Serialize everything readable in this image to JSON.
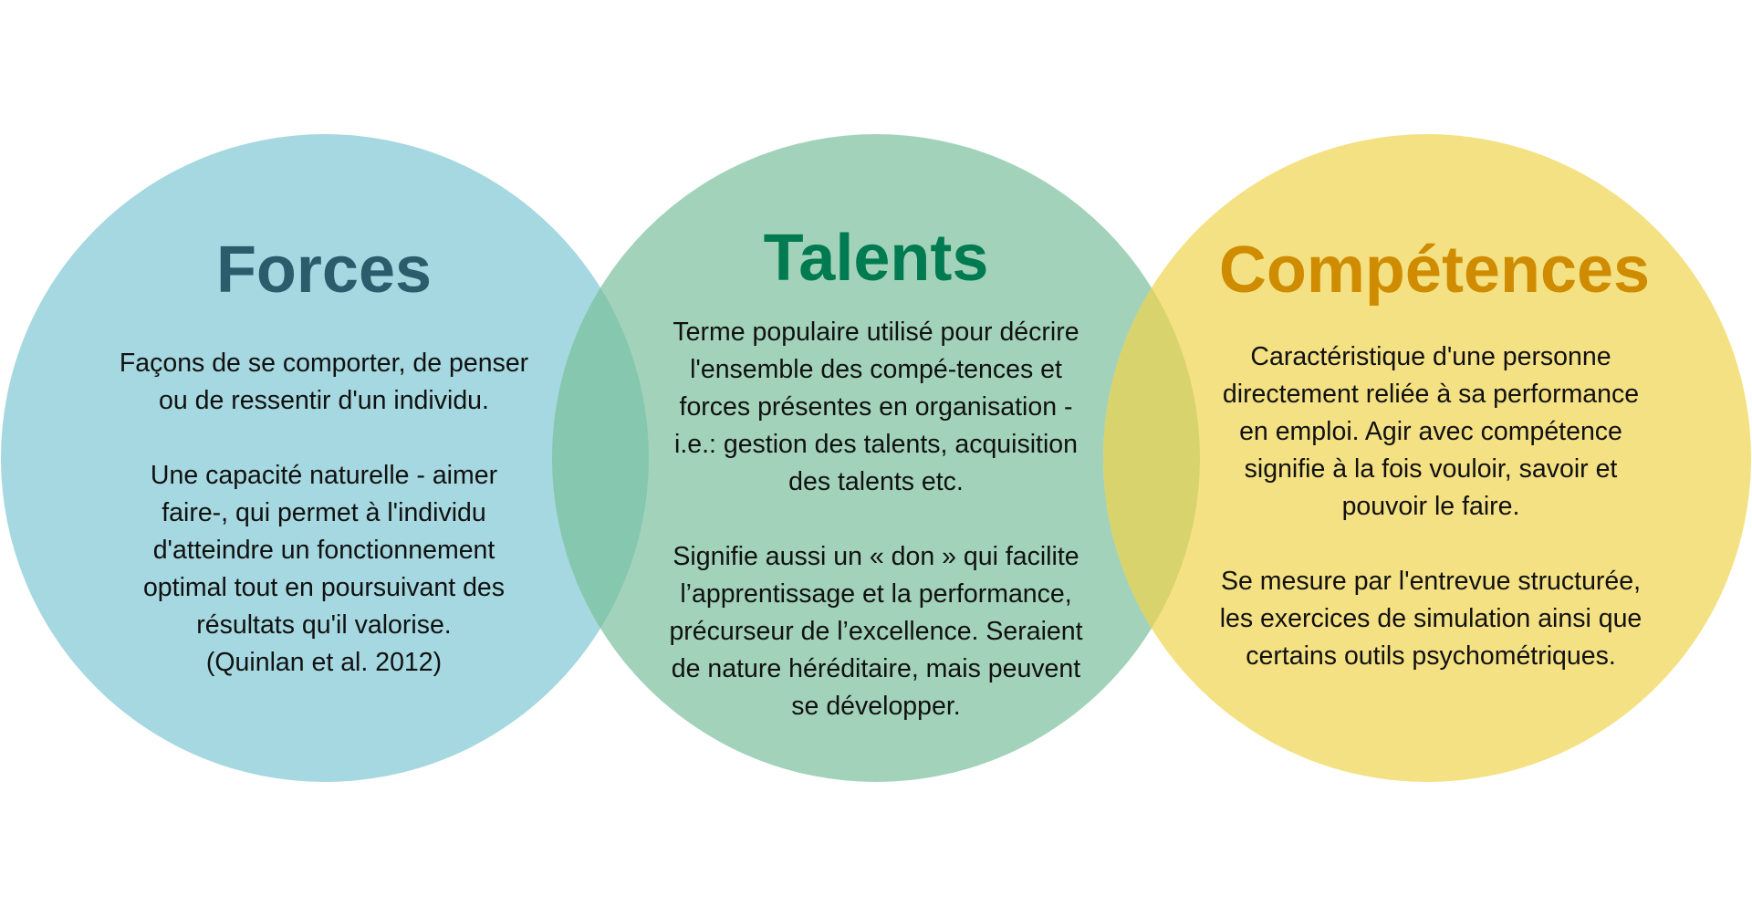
{
  "colors": {
    "forces_circle": "#A5D8E0",
    "talents_circle": "#A2D3BA",
    "competences_circle": "#F4E183",
    "overlap_forces_talents": "#86C7B0",
    "overlap_talents_competences": "#D9D36E",
    "forces_title": "#2A5C6B",
    "talents_title": "#007A50",
    "competences_title": "#CF8C00",
    "body_text": "#111111"
  },
  "circles": [
    {
      "key": "forces",
      "title": "Forces",
      "paragraphs": [
        [
          "Façons de se comporter, de penser",
          "ou de ressentir d'un individu."
        ],
        [
          "Une capacité naturelle - aimer",
          "faire-,  qui permet à l'individu",
          "d'atteindre un fonctionnement",
          "optimal tout en poursuivant des",
          "résultats qu'il valorise.",
          "(Quinlan et al. 2012)"
        ]
      ]
    },
    {
      "key": "talents",
      "title": "Talents",
      "paragraphs": [
        [
          "Terme populaire utilisé pour décrire",
          "l'ensemble des compé-tences et",
          "forces présentes en organisation -",
          "i.e.: gestion des talents, acquisition",
          "des talents etc."
        ],
        [
          "Signifie aussi un « don » qui facilite",
          "l’apprentissage et la performance,",
          "précurseur de l’excellence. Seraient",
          "de nature héréditaire, mais peuvent",
          "se développer."
        ]
      ]
    },
    {
      "key": "competences",
      "title": "Compétences",
      "paragraphs": [
        [
          "Caractéristique d'une personne",
          "directement reliée à sa performance",
          "en emploi. Agir avec compétence",
          "signifie à la fois vouloir, savoir et",
          "pouvoir le faire."
        ],
        [
          "Se mesure par l'entrevue structurée,",
          "les exercices de simulation ainsi que",
          "certains outils psychométriques."
        ]
      ]
    }
  ]
}
